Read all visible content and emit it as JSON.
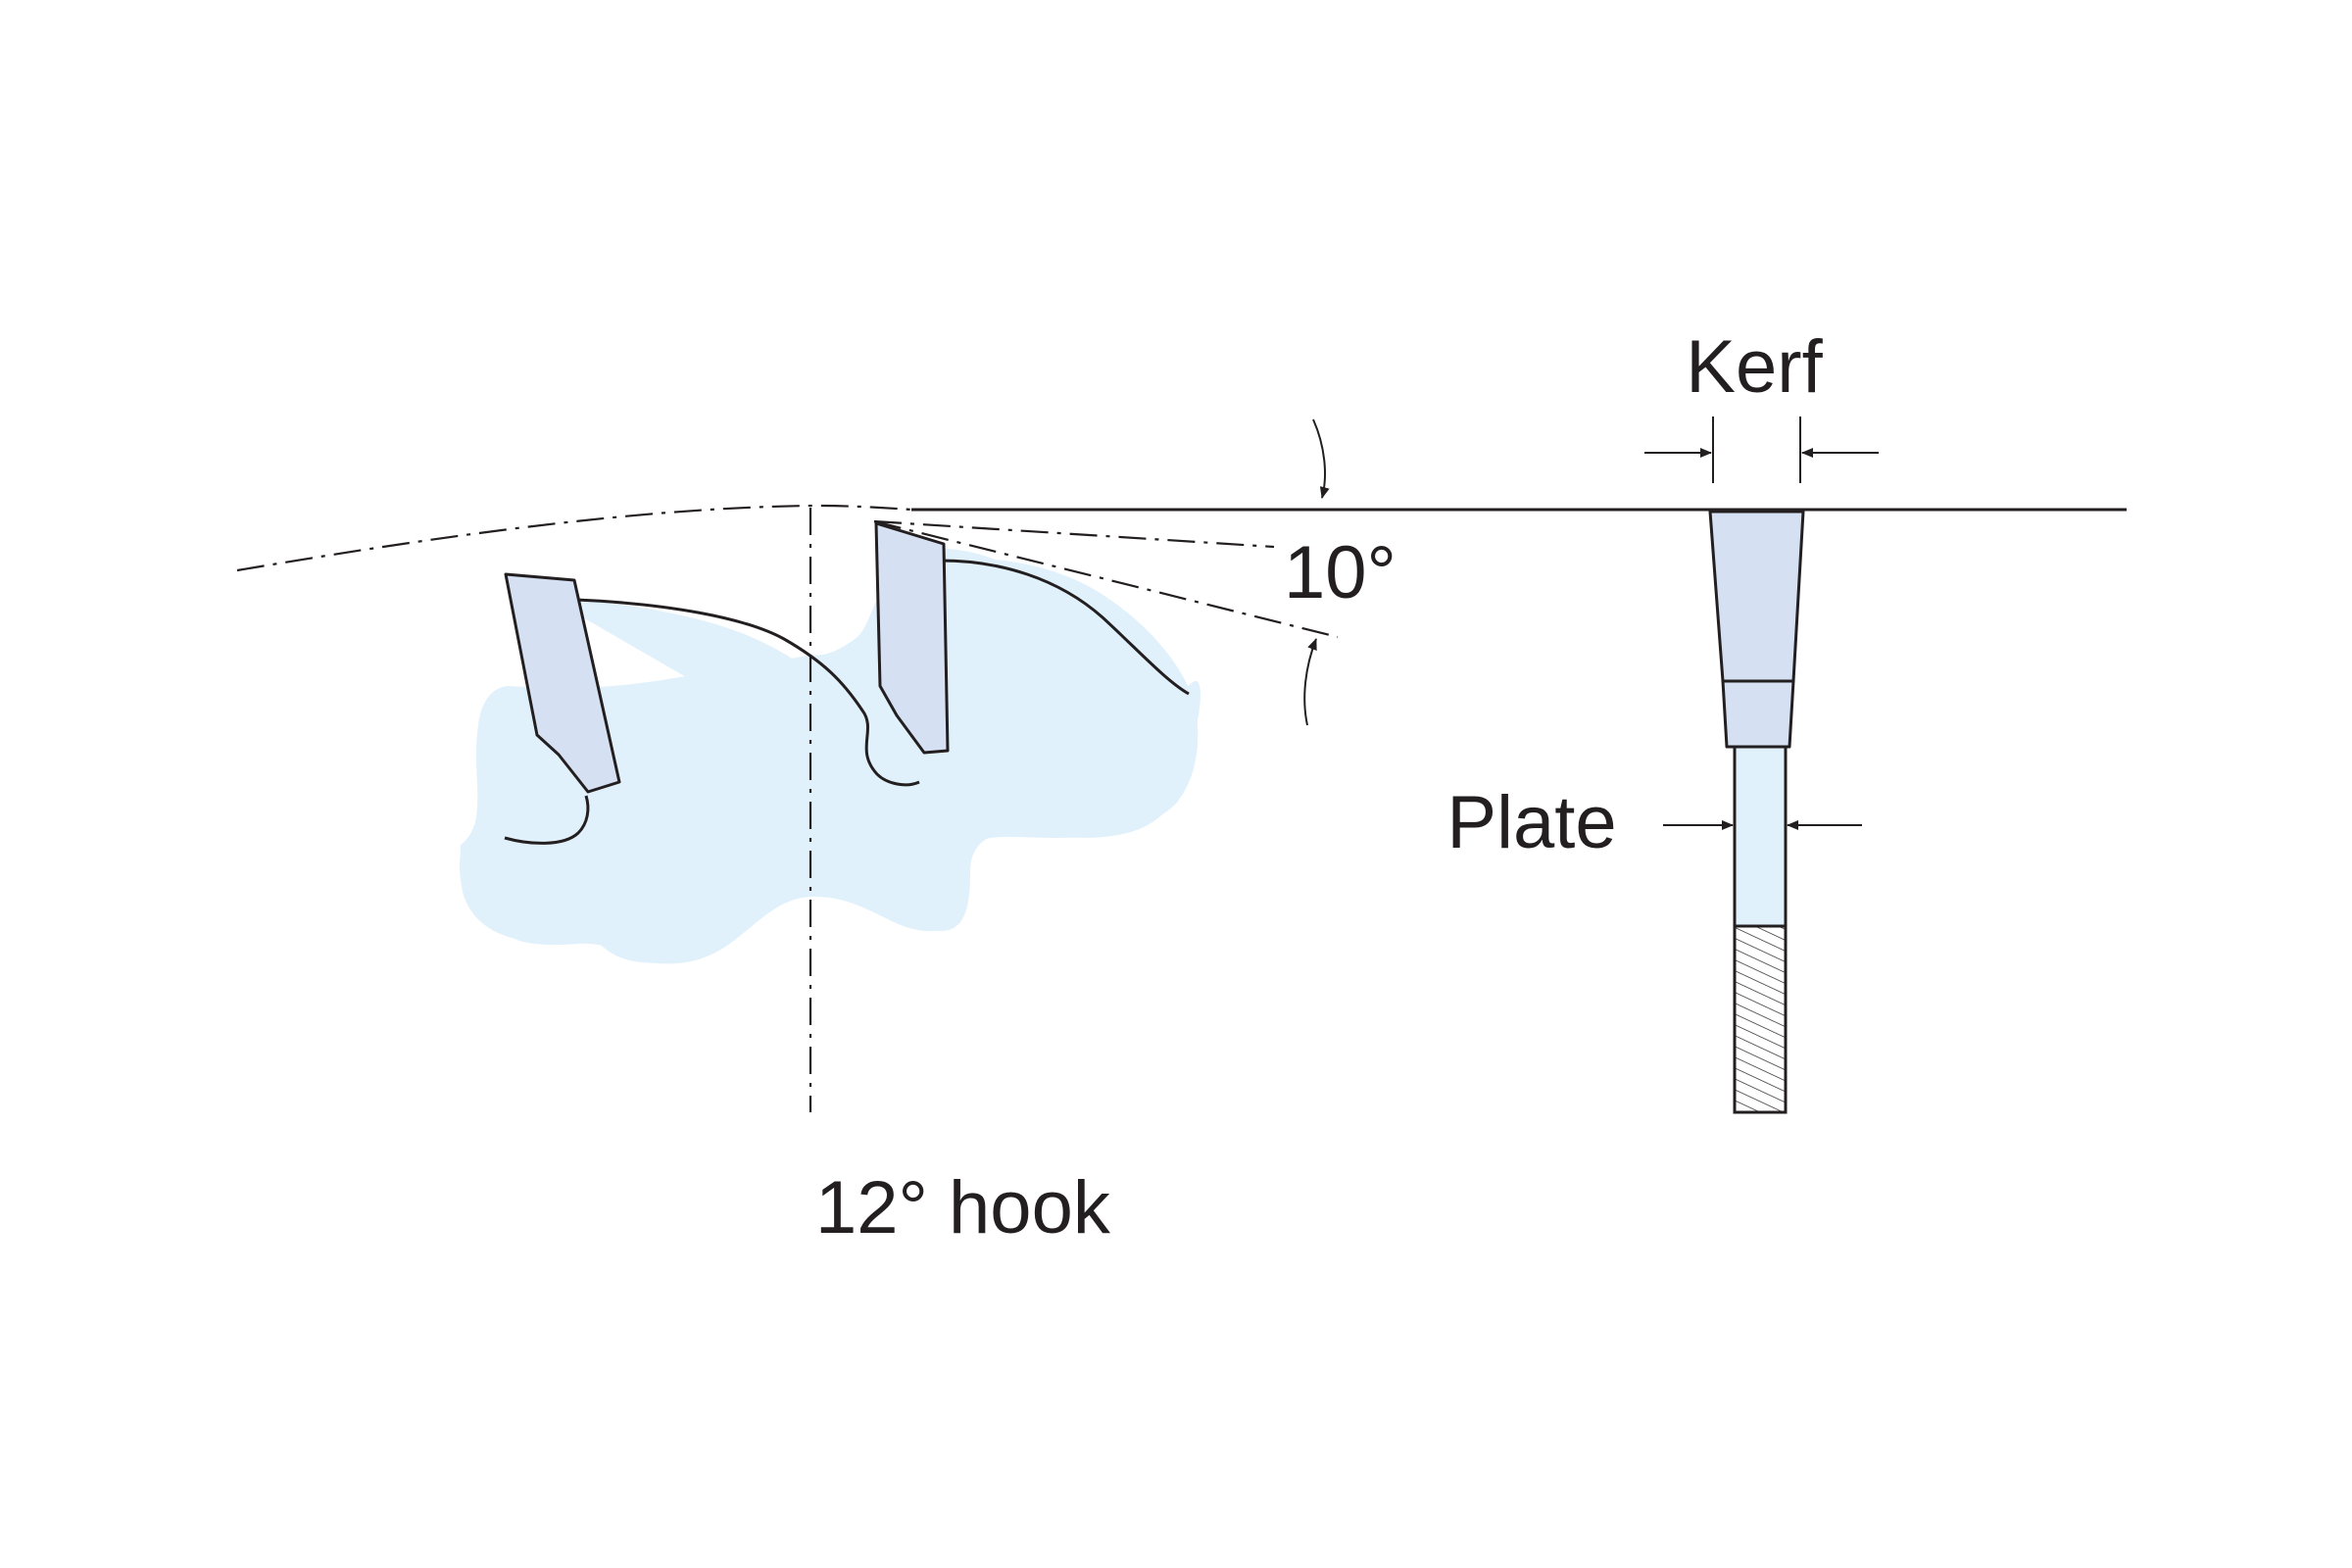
{
  "labels": {
    "kerf": "Kerf",
    "plate": "Plate",
    "rake_angle": "10°",
    "hook_angle": "12° hook"
  },
  "colors": {
    "line": "#231f20",
    "blade_body": "#e1f1fb",
    "carbide_tooth": "#d5e0f2",
    "plate_fill": "#e1f1fb",
    "background": "#ffffff"
  }
}
